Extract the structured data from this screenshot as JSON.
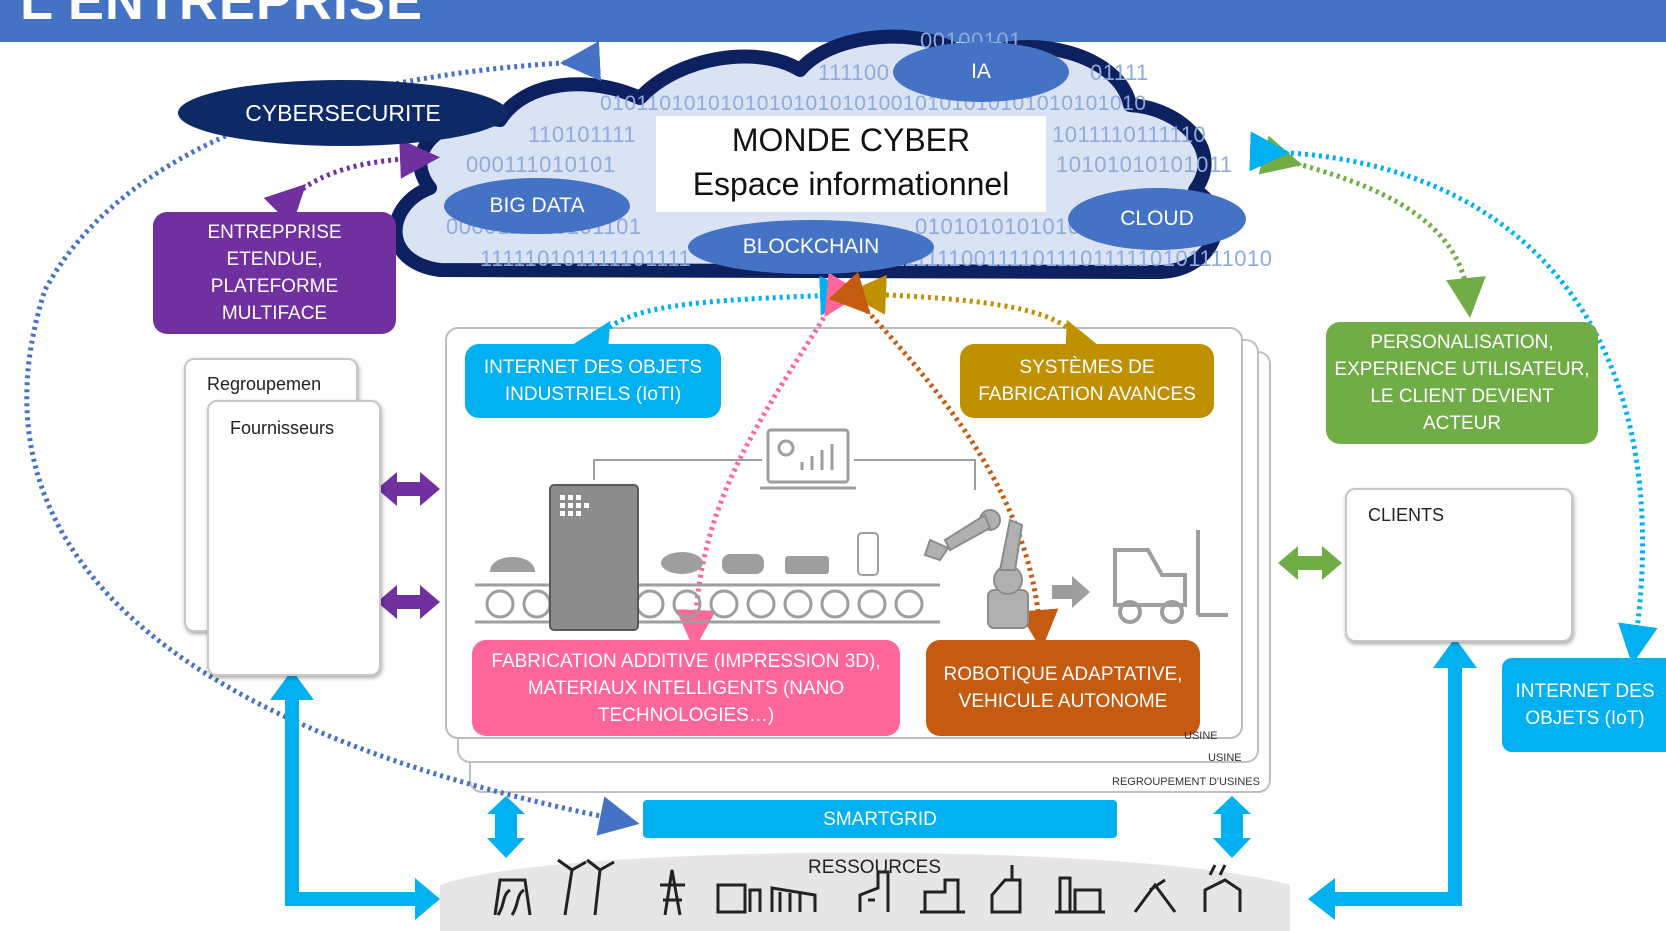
{
  "header": {
    "title": "L'ENTREPRISE"
  },
  "cloud": {
    "title_line1": "MONDE CYBER",
    "title_line2": "Espace informationnel",
    "binary": [
      "00100101",
      "111100",
      "01111",
      "010110101010101010101010010101010101010101010",
      "110101111",
      "1011110111110",
      "000111010101",
      "10101010101011",
      "0000111110101101",
      "010101010101011",
      "111110101111101111",
      "011111100111101110111110101111010"
    ],
    "ia": "IA",
    "big_data": "BIG DATA",
    "cloud": "CLOUD",
    "blockchain": "BLOCKCHAIN"
  },
  "cybersecurite": "CYBERSECURITE",
  "entreprise_etendue": "ENTREPPRISE ETENDUE, PLATEFORME MULTIFACE",
  "suppliers": {
    "back_label": "Regroupemen",
    "front_label": "Fournisseurs"
  },
  "factory": {
    "iiot": "INTERNET DES OBJETS INDUSTRIELS (IoTI)",
    "systemes": "SYSTÈMES DE FABRICATION AVANCES",
    "additive": "FABRICATION ADDITIVE (IMPRESSION 3D), MATERIAUX INTELLIGENTS (NANO TECHNOLOGIES…)",
    "robotique": "ROBOTIQUE  ADAPTATIVE, VEHICULE AUTONOME",
    "usine1": "USINE",
    "usine2": "USINE",
    "regroupement": "REGROUPEMENT D'USINES"
  },
  "personalisation": "PERSONALISATION, EXPERIENCE UTILISATEUR, LE CLIENT DEVIENT ACTEUR",
  "clients": "CLIENTS",
  "iot": "INTERNET DES OBJETS (IoT)",
  "smartgrid": "SMARTGRID",
  "ressources": "RESSOURCES",
  "colors": {
    "header": "#4472c4",
    "cloud_fill": "#dae3f3",
    "cloud_border": "#0d2060",
    "purple": "#7030a0",
    "cyan": "#00b0f0",
    "gold": "#bf9000",
    "pink": "#ff6699",
    "orange": "#c55a11",
    "green": "#70ad47",
    "navy": "#0d2a66"
  }
}
